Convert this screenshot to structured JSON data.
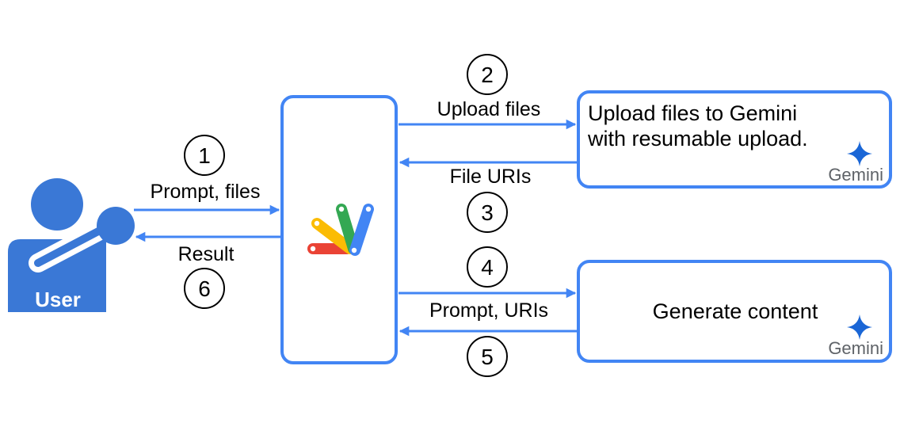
{
  "colors": {
    "accent_blue": "#4285F4",
    "user_blue": "#3A78D6",
    "gemini_star": "#1A66D6",
    "google_red": "#EA4335",
    "google_yellow": "#FBBC04",
    "google_green": "#34A853"
  },
  "user": {
    "label": "User",
    "icon": "user-presenter-icon"
  },
  "app": {
    "icon": "apps-script-logo"
  },
  "steps": {
    "s1": "1",
    "s2": "2",
    "s3": "3",
    "s4": "4",
    "s5": "5",
    "s6": "6"
  },
  "arrows": {
    "prompt_files": "Prompt, files",
    "result": "Result",
    "upload_files": "Upload files",
    "file_uris": "File URIs",
    "prompt_uris": "Prompt, URIs"
  },
  "boxes": {
    "upload": {
      "line1": "Upload files to Gemini",
      "line2": "with resumable upload.",
      "brand": "Gemini"
    },
    "generate": {
      "text": "Generate content",
      "brand": "Gemini"
    }
  }
}
